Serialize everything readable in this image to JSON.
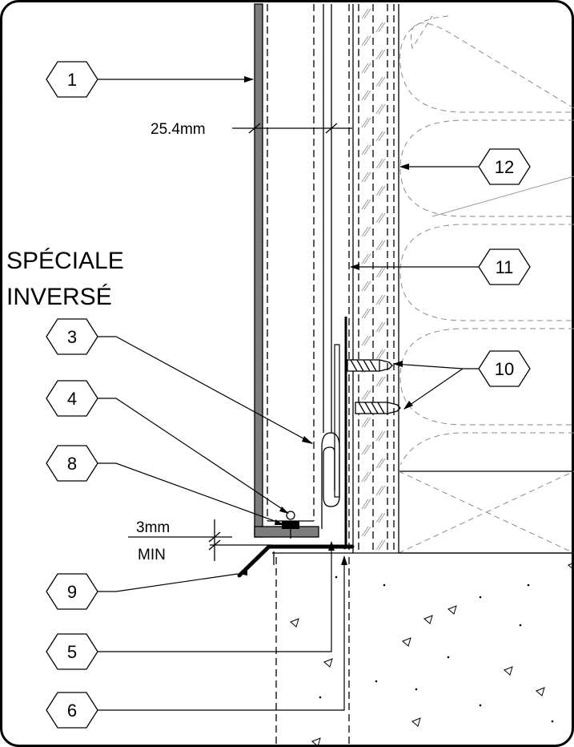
{
  "labels": {
    "title_line1": "SPÉCIALE",
    "title_line2": "INVERSÉ",
    "dim_width": "25.4mm",
    "dim_gap_value": "3mm",
    "dim_gap_min": "MIN"
  },
  "callouts": [
    {
      "id": "1"
    },
    {
      "id": "3"
    },
    {
      "id": "4"
    },
    {
      "id": "8"
    },
    {
      "id": "9"
    },
    {
      "id": "5"
    },
    {
      "id": "6"
    },
    {
      "id": "12"
    },
    {
      "id": "11"
    },
    {
      "id": "10"
    }
  ]
}
